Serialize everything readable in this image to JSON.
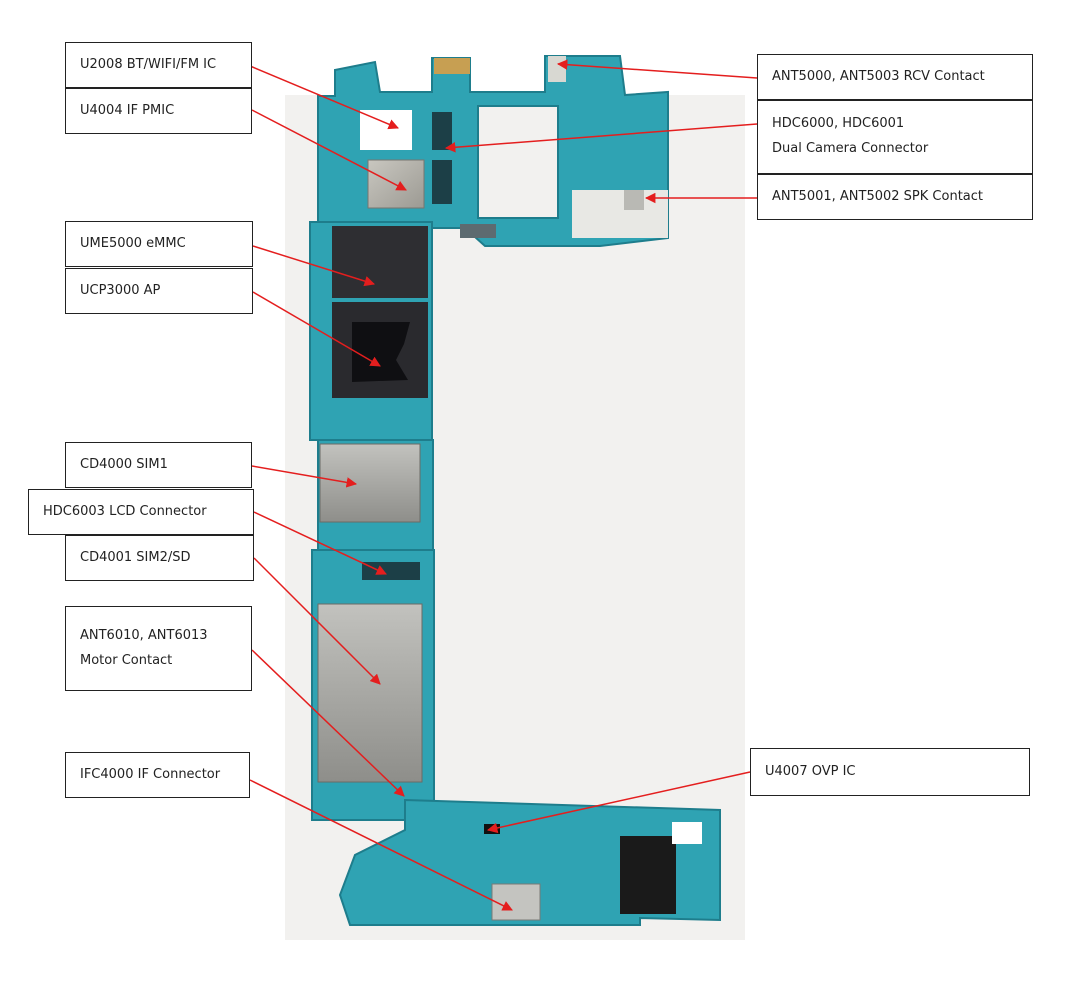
{
  "labels": {
    "u2008": [
      "U2008 BT/WIFI/FM IC"
    ],
    "u4004": [
      "U4004 IF PMIC"
    ],
    "ume5000": [
      "UME5000 eMMC"
    ],
    "ucp3000": [
      "UCP3000 AP"
    ],
    "cd4000": [
      "CD4000   SIM1"
    ],
    "hdc6003": [
      "HDC6003 LCD Connector"
    ],
    "cd4001": [
      "CD4001 SIM2/SD"
    ],
    "ant6010": [
      "ANT6010, ANT6013",
      "Motor Contact"
    ],
    "ifc4000": [
      "IFC4000 IF Connector"
    ],
    "ant5000": [
      "ANT5000, ANT5003 RCV Contact"
    ],
    "hdc6000": [
      "HDC6000, HDC6001",
      "Dual Camera Connector"
    ],
    "ant5001": [
      "ANT5001, ANT5002 SPK Contact"
    ],
    "u4007": [
      "U4007   OVP IC"
    ]
  },
  "colors": {
    "board": "#2fa3b3",
    "board_dark": "#1e7d8c",
    "arrow": "#e41e1e",
    "box_border": "#222222"
  }
}
